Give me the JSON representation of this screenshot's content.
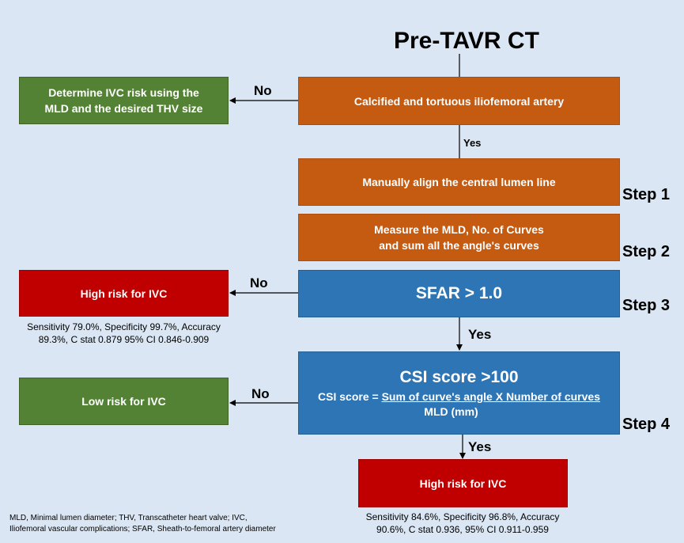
{
  "title": "Pre-TAVR CT",
  "boxes": {
    "calcified": "Calcified and tortuous iliofemoral artery",
    "determine_line1": "Determine IVC risk using the",
    "determine_line2": "MLD and the desired THV size",
    "align": "Manually align the central lumen line",
    "measure_line1": "Measure the MLD, No. of Curves",
    "measure_line2": "and sum all the angle's curves",
    "sfar": "SFAR > 1.0",
    "high_risk_1": "High risk for IVC",
    "csi_title": "CSI score >100",
    "csi_formula_prefix": "CSI score = ",
    "csi_formula_numerator": "Sum of curve's angle X Number of curves",
    "csi_formula_denominator": "MLD (mm)",
    "low_risk": "Low risk for IVC",
    "high_risk_2": "High risk for IVC"
  },
  "steps": {
    "step1": "Step 1",
    "step2": "Step 2",
    "step3": "Step 3",
    "step4": "Step 4"
  },
  "arrow_labels": {
    "no_1": "No",
    "yes_1": "Yes",
    "no_2": "No",
    "yes_2": "Yes",
    "no_3": "No",
    "yes_3": "Yes"
  },
  "notes": {
    "sfar_stats_line1": "Sensitivity 79.0%, Specificity 99.7%, Accuracy",
    "sfar_stats_line2": "89.3%, C stat 0.879  95% CI 0.846-0.909",
    "csi_stats_line1": "Sensitivity 84.6%, Specificity 96.8%, Accuracy",
    "csi_stats_line2": "90.6%, C stat 0.936, 95% CI 0.911-0.959",
    "footnote_line1": "MLD, Minimal lumen diameter; THV, Transcatheter heart valve; IVC,",
    "footnote_line2": "Iliofemoral vascular complications; SFAR, Sheath-to-femoral artery diameter"
  },
  "colors": {
    "orange": "#c55a11",
    "green": "#548235",
    "red": "#c00000",
    "blue": "#2e75b6",
    "background": "#dae6f3"
  }
}
